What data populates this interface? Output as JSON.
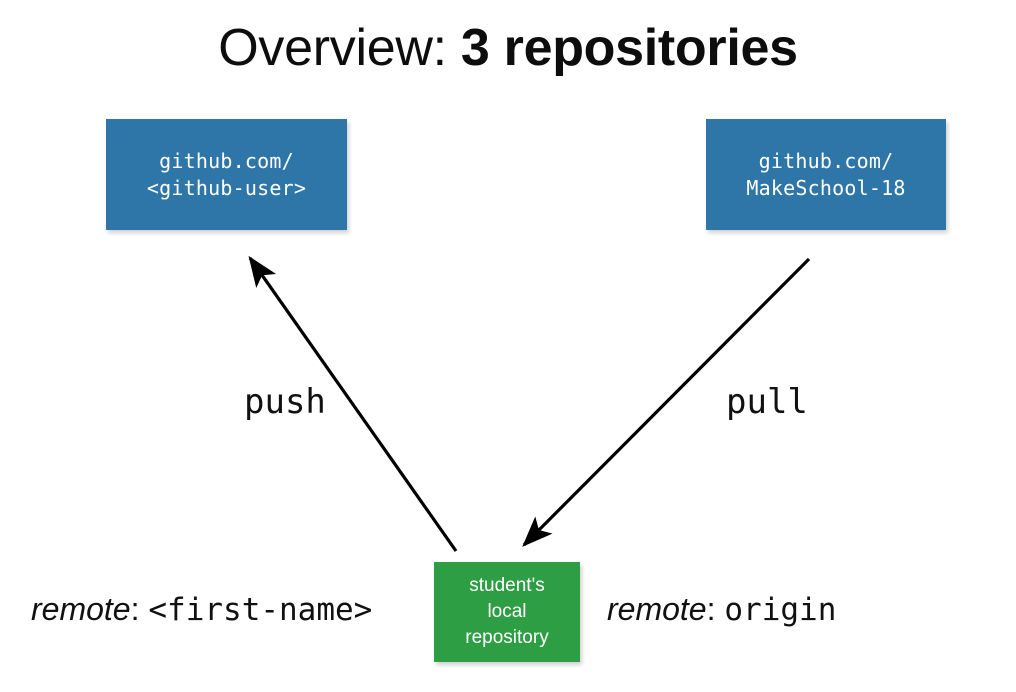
{
  "slide": {
    "title_prefix": "Overview: ",
    "title_strong": "3 repositories",
    "background_color": "#ffffff"
  },
  "boxes": {
    "github_user": {
      "name": "github-user-repository",
      "line1": "github.com/",
      "line2": "<github-user>",
      "color": "#2e75a8"
    },
    "makeschool": {
      "name": "makeschool-repository",
      "line1": "github.com/",
      "line2": "MakeSchool-18",
      "color": "#2e75a8"
    },
    "local": {
      "name": "student-local-repository",
      "line1": "student's",
      "line2": "local",
      "line3": "repository",
      "color": "#2e9e45"
    }
  },
  "arrows": {
    "push": {
      "label": "push",
      "from": "student's local repository",
      "to": "github.com/<github-user>",
      "color": "#000000"
    },
    "pull": {
      "label": "pull",
      "from": "github.com/MakeSchool-18",
      "to": "student's local repository",
      "color": "#000000"
    }
  },
  "captions": {
    "left": {
      "word": "remote",
      "colon": ": ",
      "value": "<first-name>"
    },
    "right": {
      "word": "remote",
      "colon": ": ",
      "value": "origin"
    }
  }
}
